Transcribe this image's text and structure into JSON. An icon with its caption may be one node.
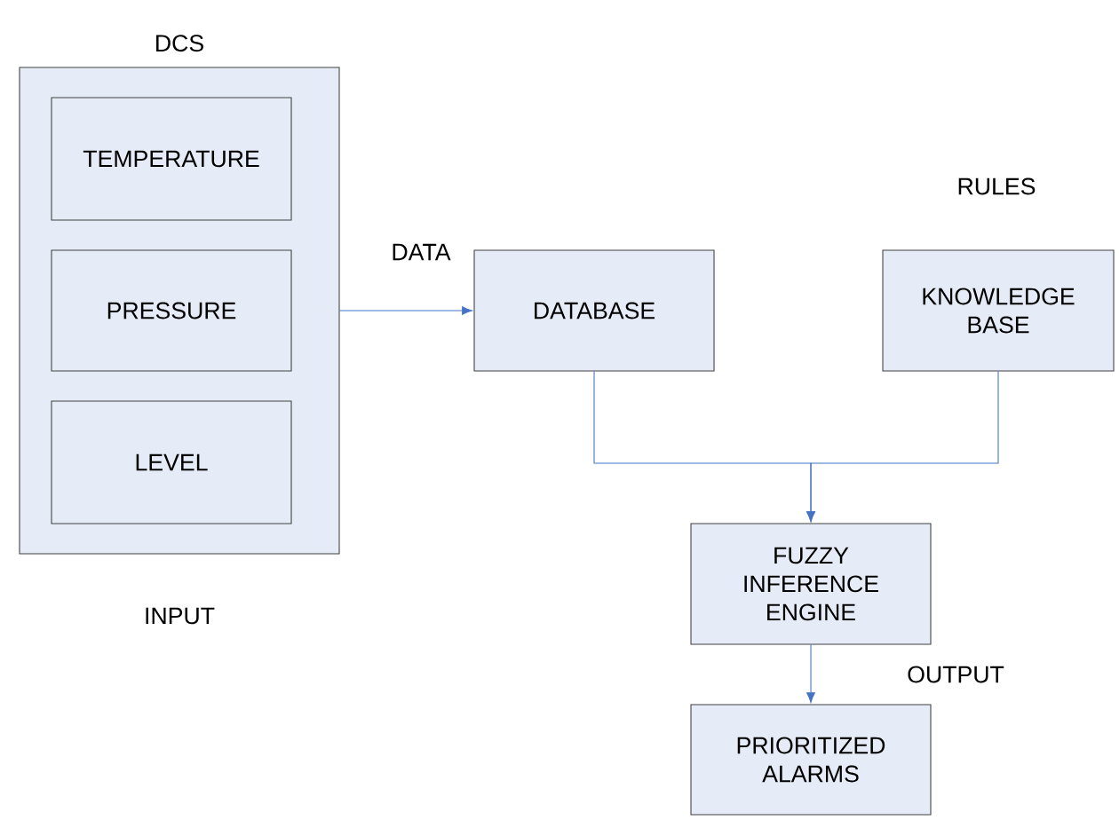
{
  "diagram": {
    "nodes": [
      {
        "text": [
          "DCS"
        ]
      },
      {
        "text": [
          "TEMPERATURE"
        ],
        "in": 0
      },
      {
        "text": [
          "PRESSURE"
        ],
        "in": 0
      },
      {
        "text": [
          "LEVEL"
        ],
        "in": 0
      },
      {
        "text": [
          "DATABASE"
        ]
      },
      {
        "text": [
          "KNOWLEDGE BASE"
        ]
      },
      {
        "text": [
          "FUZZY INFERENCE ENGINE"
        ]
      },
      {
        "text": [
          "PRIORITIZED ALARMS"
        ]
      }
    ],
    "edges": [
      {
        "from": 0,
        "to": 4,
        "arrow": "to",
        "label": "DATA"
      },
      {
        "from": 4,
        "to": 6,
        "arrow": "to"
      },
      {
        "from": 5,
        "to": 6,
        "arrow": "to"
      },
      {
        "from": 6,
        "to": 7,
        "arrow": "to",
        "label": "OUTPUT"
      }
    ],
    "labels": [
      "RULES",
      "INPUT"
    ]
  }
}
